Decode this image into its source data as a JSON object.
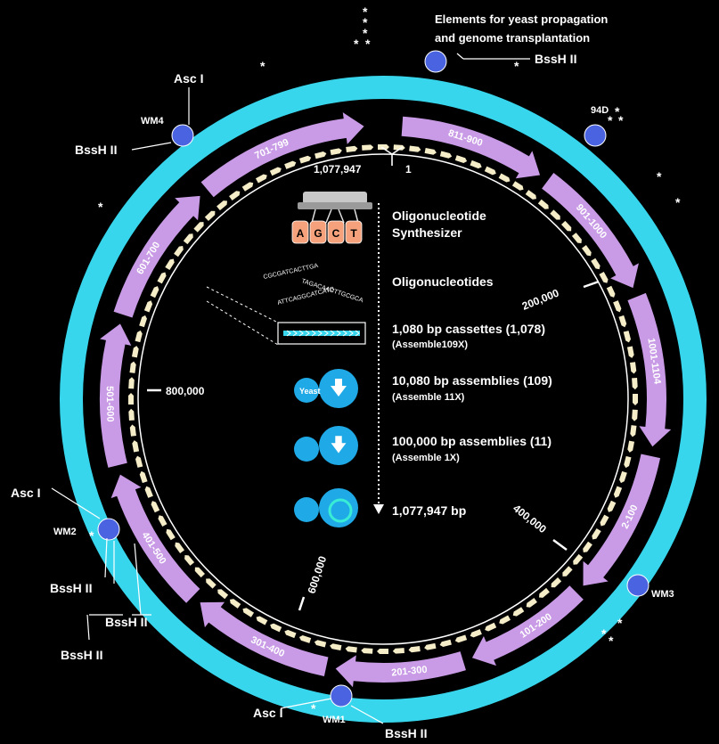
{
  "colors": {
    "background": "#000000",
    "outer_ring": "#38d6ec",
    "assembly_arrows": "#c99be6",
    "cassette_arrows": "#f5ecc8",
    "marker_dots": "#4a63e0",
    "label_text": "#ffffff"
  },
  "header": {
    "line1": "Elements for yeast propagation",
    "line2": "and genome transplantation"
  },
  "restriction_sites": {
    "bssh_top": "BssH II",
    "asc_left": "Asc I",
    "bssh_left": "BssH II",
    "asc_lower_left": "Asc I",
    "bssh_lower_left_1": "BssH II",
    "bssh_lower_left_2": "BssH II",
    "bssh_lower_left_3": "BssH II",
    "asc_bottom": "Asc I",
    "bssh_bottom": "BssH II"
  },
  "watermarks": {
    "wm4": "WM4",
    "wm2": "WM2",
    "wm3": "WM3",
    "wm1": "WM1",
    "d94": "94D"
  },
  "asterisk": "*",
  "assembly_segments": [
    {
      "label": "811-900"
    },
    {
      "label": "901-1000"
    },
    {
      "label": "1001-1104"
    },
    {
      "label": "2-100"
    },
    {
      "label": "101-200"
    },
    {
      "label": "201-300"
    },
    {
      "label": "301-400"
    },
    {
      "label": "401-500"
    },
    {
      "label": "501-600"
    },
    {
      "label": "601-700"
    },
    {
      "label": "701-799"
    }
  ],
  "coordinates": {
    "start_label": "1,077,947",
    "one_label": "1",
    "c200k": "200,000",
    "c400k": "400,000",
    "c600k": "600,000",
    "c800k": "800,000"
  },
  "workflow": {
    "synth_line1": "Oligonucleotide",
    "synth_line2": "Synthesizer",
    "bases": [
      "A",
      "G",
      "C",
      "T"
    ],
    "oligos_label": "Oligonucleotides",
    "oligo_seq1": "CGCGATCACTTGA",
    "oligo_seq2": "TAGACAACTTGCGCA",
    "oligo_seq3": "ATTCAGGCATCATG",
    "cassettes_label": "1,080 bp cassettes (1,078)",
    "cassettes_sub": "(Assemble109X)",
    "assemblies10k_label": "10,080 bp assemblies (109)",
    "assemblies10k_sub": "(Assemble 11X)",
    "yeast_label": "Yeast",
    "assemblies100k_label": "100,000 bp assemblies (11)",
    "assemblies100k_sub": "(Assemble 1X)",
    "final_label": "1,077,947 bp"
  }
}
